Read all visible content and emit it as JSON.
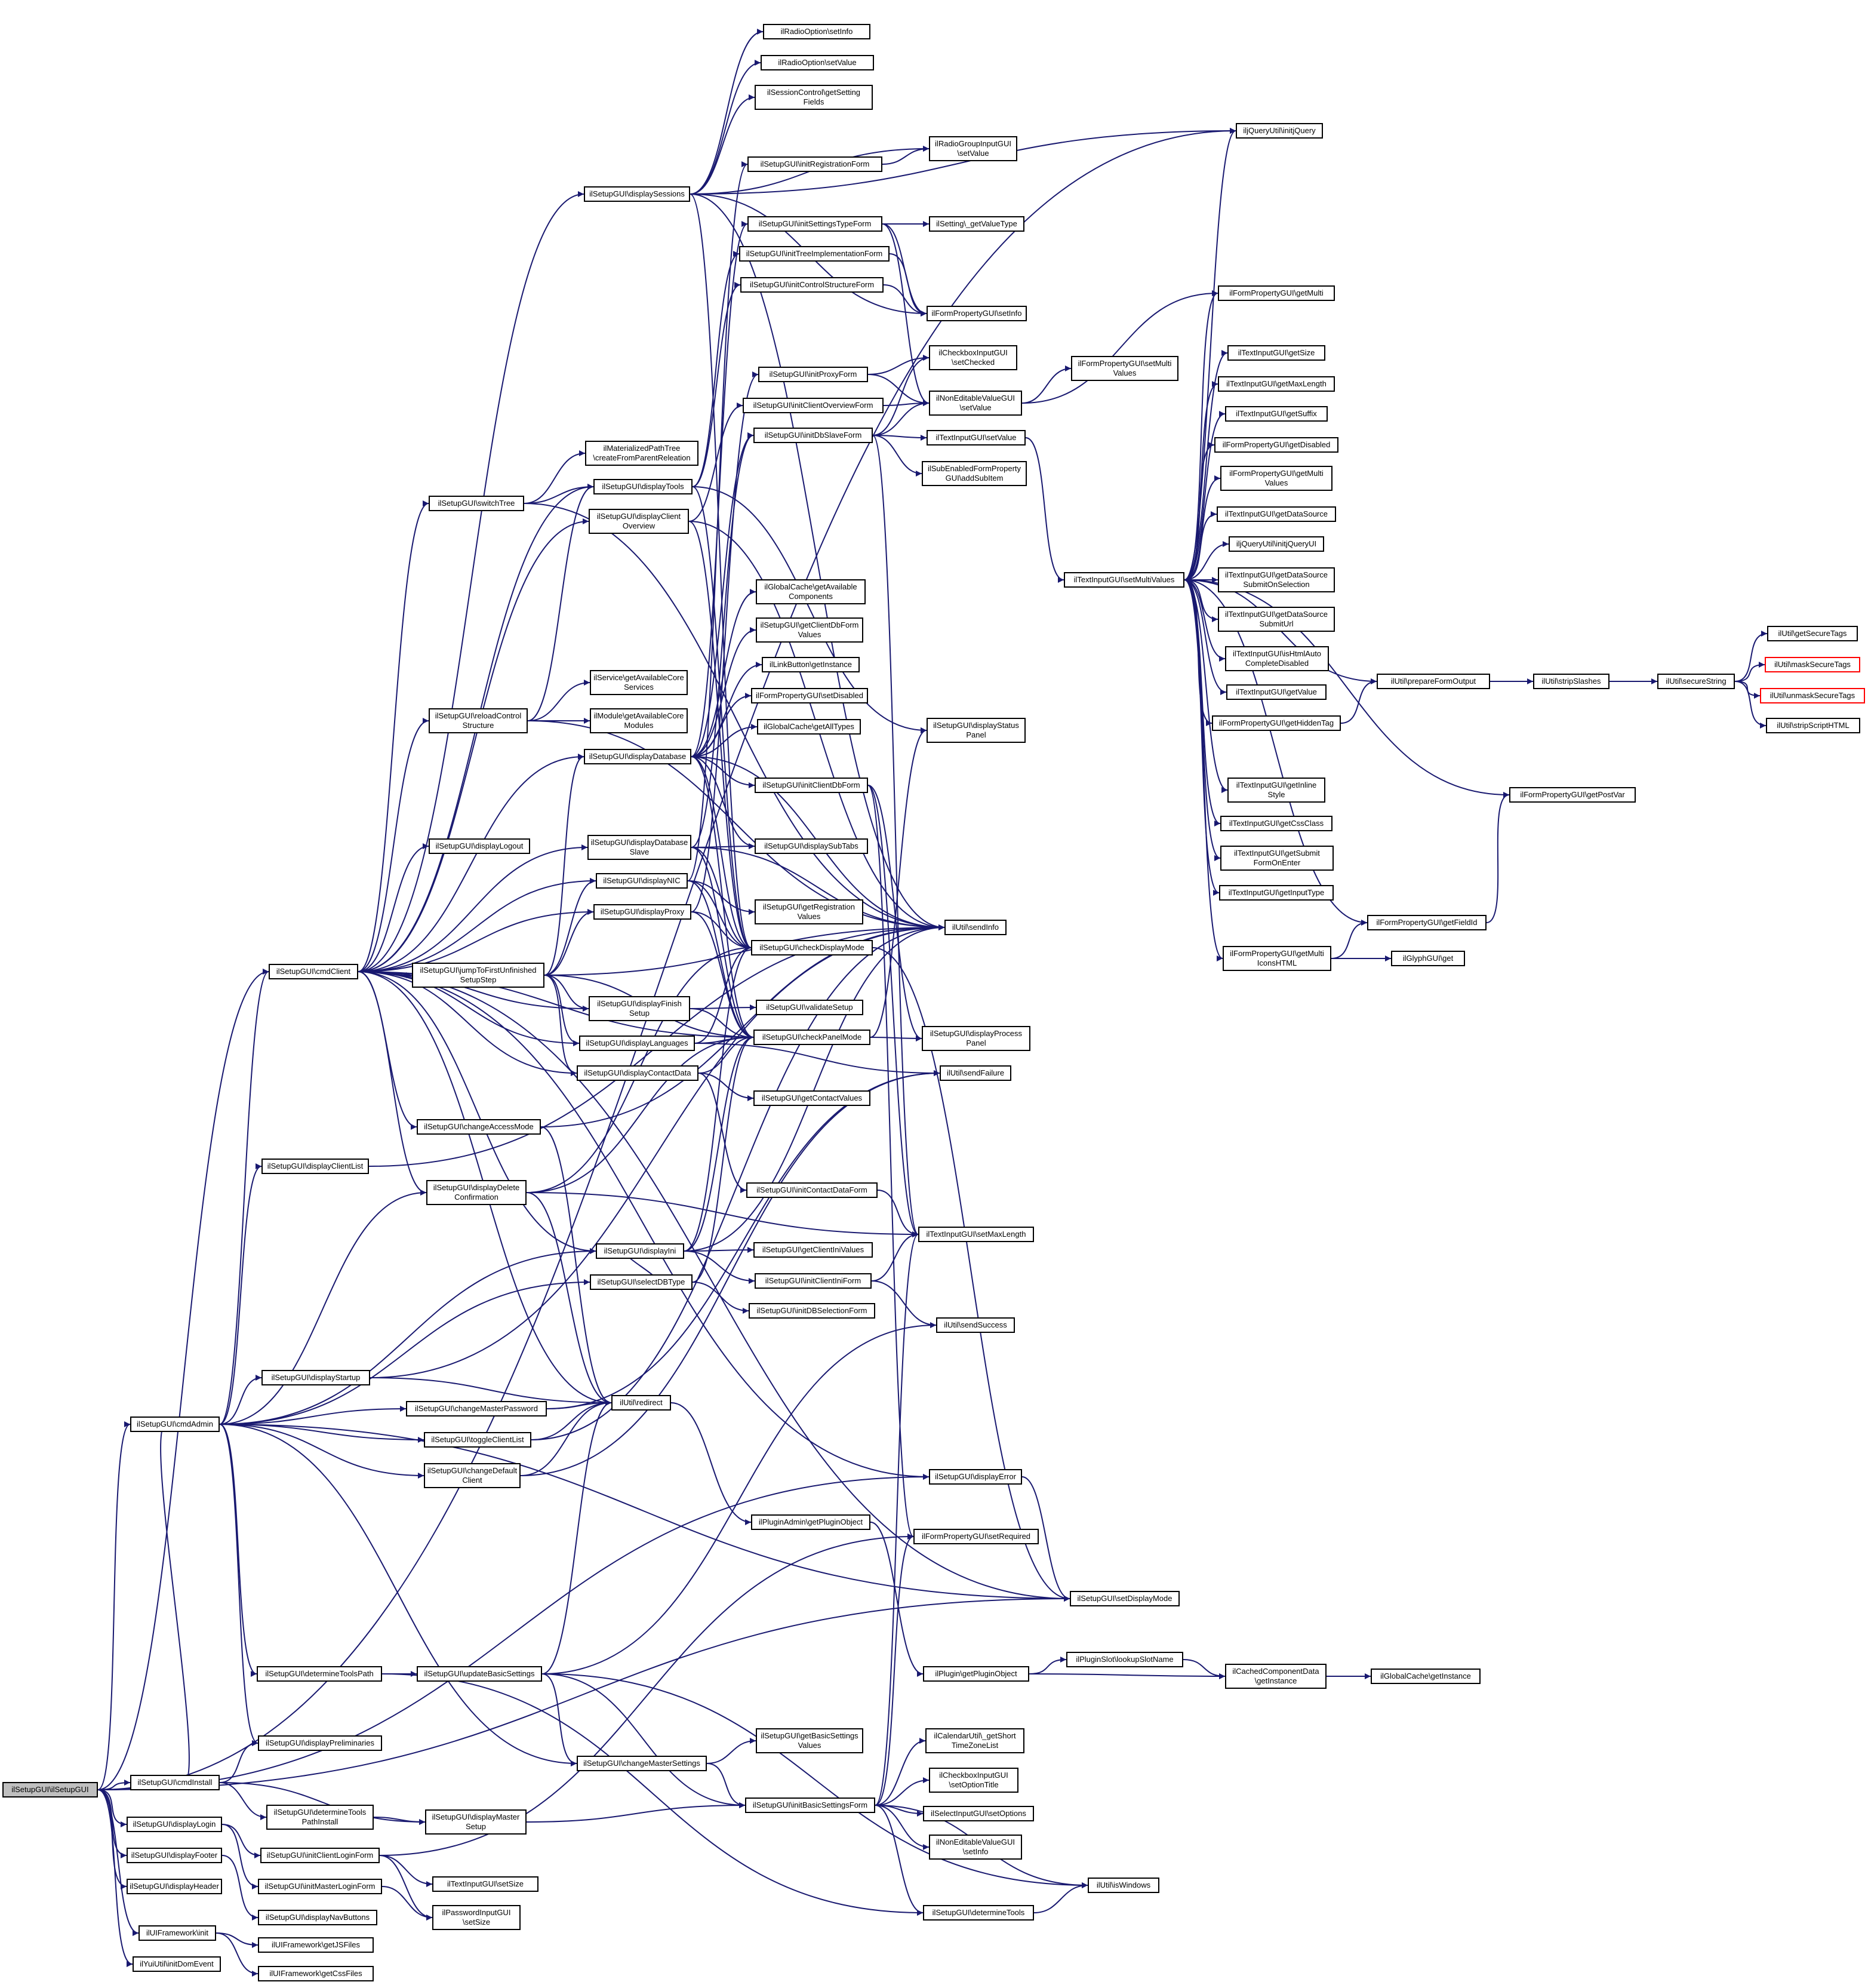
{
  "colors": {
    "edge": "#191970",
    "node_border": "#000000",
    "truncated_border": "#ff0000",
    "root_fill": "#bfbfbf"
  },
  "nodes": {
    "root": "ilSetupGUI\\ilSetupGUI",
    "cmdClient": "ilSetupGUI\\cmdClient",
    "cmdAdmin": "ilSetupGUI\\cmdAdmin",
    "cmdInstall": "ilSetupGUI\\cmdInstall",
    "displayLogin": "ilSetupGUI\\displayLogin",
    "displayFooter": "ilSetupGUI\\displayFooter",
    "displayHeader": "ilSetupGUI\\displayHeader",
    "uiInit": "ilUIFramework\\init",
    "yuiInit": "ilYuiUtil\\initDomEvent",
    "displaySessions": "ilSetupGUI\\displaySessions",
    "switchTree": "ilSetupGUI\\switchTree",
    "reloadControlStructure": "ilSetupGUI\\reloadControl\nStructure",
    "displayLogout": "ilSetupGUI\\displayLogout",
    "jumpToFirst": "ilSetupGUI\\jumpToFirstUnfinished\nSetupStep",
    "changeAccessMode": "ilSetupGUI\\changeAccessMode",
    "displayClientList": "ilSetupGUI\\displayClientList",
    "displayDeleteConfirmation": "ilSetupGUI\\displayDelete\nConfirmation",
    "displayStartup": "ilSetupGUI\\displayStartup",
    "changeMasterPassword": "ilSetupGUI\\changeMasterPassword",
    "toggleClientList": "ilSetupGUI\\toggleClientList",
    "changeDefaultClient": "ilSetupGUI\\changeDefault\nClient",
    "determineToolsPath": "ilSetupGUI\\determineToolsPath",
    "displayPreliminaries": "ilSetupGUI\\displayPreliminaries",
    "determineToolsPathInstall": "ilSetupGUI\\determineTools\nPathInstall",
    "initClientLoginForm": "ilSetupGUI\\initClientLoginForm",
    "initMasterLoginForm": "ilSetupGUI\\initMasterLoginForm",
    "displayNavButtons": "ilSetupGUI\\displayNavButtons",
    "getJSFiles": "ilUIFramework\\getJSFiles",
    "getCssFiles": "ilUIFramework\\getCssFiles",
    "materializedPathTree": "ilMaterializedPathTree\n\\createFromParentReleation",
    "displayTools": "ilSetupGUI\\displayTools",
    "displayClientOverview": "ilSetupGUI\\displayClient\nOverview",
    "serviceGetAvailable": "ilService\\getAvailableCore\nServices",
    "moduleGetAvailable": "ilModule\\getAvailableCore\nModules",
    "displayDatabase": "ilSetupGUI\\displayDatabase",
    "displayDatabaseSlave": "ilSetupGUI\\displayDatabase\nSlave",
    "displayNIC": "ilSetupGUI\\displayNIC",
    "displayProxy": "ilSetupGUI\\displayProxy",
    "displayFinishSetup": "ilSetupGUI\\displayFinish\nSetup",
    "displayLanguages": "ilSetupGUI\\displayLanguages",
    "displayContactData": "ilSetupGUI\\displayContactData",
    "displayIni": "ilSetupGUI\\displayIni",
    "selectDBType": "ilSetupGUI\\selectDBType",
    "redirect": "ilUtil\\redirect",
    "updateBasicSettings": "ilSetupGUI\\updateBasicSettings",
    "changeMasterSettings": "ilSetupGUI\\changeMasterSettings",
    "displayMasterSetup": "ilSetupGUI\\displayMaster\nSetup",
    "textSetSize": "ilTextInputGUI\\setSize",
    "passwordSetSize": "ilPasswordInputGUI\n\\setSize",
    "radioSetInfo": "ilRadioOption\\setInfo",
    "radioSetValue": "ilRadioOption\\setValue",
    "sessionControl": "ilSessionControl\\getSetting\nFields",
    "initRegistrationForm": "ilSetupGUI\\initRegistrationForm",
    "initSettingsTypeForm": "ilSetupGUI\\initSettingsTypeForm",
    "initTreeImplementationForm": "ilSetupGUI\\initTreeImplementationForm",
    "initControlStructureForm": "ilSetupGUI\\initControlStructureForm",
    "initProxyForm": "ilSetupGUI\\initProxyForm",
    "initClientOverviewForm": "ilSetupGUI\\initClientOverviewForm",
    "initDbSlaveForm": "ilSetupGUI\\initDbSlaveForm",
    "globalCacheGetAvailable": "ilGlobalCache\\getAvailable\nComponents",
    "getClientDbFormValues": "ilSetupGUI\\getClientDbForm\nValues",
    "linkButton": "ilLinkButton\\getInstance",
    "formPropSetDisabled": "ilFormPropertyGUI\\setDisabled",
    "globalCacheGetAllTypes": "ilGlobalCache\\getAllTypes",
    "initClientDbForm": "ilSetupGUI\\initClientDbForm",
    "displaySubTabs": "ilSetupGUI\\displaySubTabs",
    "getRegistrationValues": "ilSetupGUI\\getRegistration\nValues",
    "checkDisplayMode": "ilSetupGUI\\checkDisplayMode",
    "validateSetup": "ilSetupGUI\\validateSetup",
    "checkPanelMode": "ilSetupGUI\\checkPanelMode",
    "getContactValues": "ilSetupGUI\\getContactValues",
    "initContactDataForm": "ilSetupGUI\\initContactDataForm",
    "getClientIniValues": "ilSetupGUI\\getClientIniValues",
    "initClientIniForm": "ilSetupGUI\\initClientIniForm",
    "initDBSelectionForm": "ilSetupGUI\\initDBSelectionForm",
    "pluginAdmin": "ilPluginAdmin\\getPluginObject",
    "getBasicSettingsValues": "ilSetupGUI\\getBasicSettings\nValues",
    "initBasicSettingsForm": "ilSetupGUI\\initBasicSettingsForm",
    "radioGroupSetValue": "ilRadioGroupInputGUI\n\\setValue",
    "settingValueType": "ilSetting\\_getValueType",
    "formPropSetInfo": "ilFormPropertyGUI\\setInfo",
    "checkboxSetChecked": "ilCheckboxInputGUI\n\\setChecked",
    "nonEditableSetValue": "ilNonEditableValueGUI\n\\setValue",
    "textSetValue": "ilTextInputGUI\\setValue",
    "subEnabledAddSubItem": "ilSubEnabledFormProperty\nGUI\\addSubItem",
    "displayStatusPanel": "ilSetupGUI\\displayStatus\nPanel",
    "sendInfo": "ilUtil\\sendInfo",
    "displayProcessPanel": "ilSetupGUI\\displayProcess\nPanel",
    "sendFailure": "ilUtil\\sendFailure",
    "textSetMaxLength": "ilTextInputGUI\\setMaxLength",
    "sendSuccess": "ilUtil\\sendSuccess",
    "displayError": "ilSetupGUI\\displayError",
    "formPropSetRequired": "ilFormPropertyGUI\\setRequired",
    "pluginGetPluginObject": "ilPlugin\\getPluginObject",
    "calendarUtil": "ilCalendarUtil\\_getShort\nTimeZoneList",
    "checkboxSetOptionTitle": "ilCheckboxInputGUI\n\\setOptionTitle",
    "selectSetOptions": "ilSelectInputGUI\\setOptions",
    "nonEditableSetInfo": "ilNonEditableValueGUI\n\\setInfo",
    "determineTools": "ilSetupGUI\\determineTools",
    "jQuery": "iljQueryUtil\\initjQuery",
    "formPropSetMultiValues": "ilFormPropertyGUI\\setMulti\nValues",
    "setMultiValues": "ilTextInputGUI\\setMultiValues",
    "setDisplayMode": "ilSetupGUI\\setDisplayMode",
    "pluginSlot": "ilPluginSlot\\lookupSlotName",
    "cachedComponent": "ilCachedComponentData\n\\getInstance",
    "globalCacheGetInstance": "ilGlobalCache\\getInstance",
    "isWindows": "ilUtil\\isWindows",
    "getMulti": "ilFormPropertyGUI\\getMulti",
    "getSize": "ilTextInputGUI\\getSize",
    "getMaxLength": "ilTextInputGUI\\getMaxLength",
    "getSuffix": "ilTextInputGUI\\getSuffix",
    "getDisabled": "ilFormPropertyGUI\\getDisabled",
    "getMultiValues": "ilFormPropertyGUI\\getMulti\nValues",
    "getDataSource": "ilTextInputGUI\\getDataSource",
    "jQueryUI": "iljQueryUtil\\initjQueryUI",
    "dataSourceSubmitOnSelection": "ilTextInputGUI\\getDataSource\nSubmitOnSelection",
    "dataSourceSubmitUrl": "ilTextInputGUI\\getDataSource\nSubmitUrl",
    "isHtmlAutoComplete": "ilTextInputGUI\\isHtmlAuto\nCompleteDisabled",
    "getValue": "ilTextInputGUI\\getValue",
    "getHiddenTag": "ilFormPropertyGUI\\getHiddenTag",
    "getInlineStyle": "ilTextInputGUI\\getInline\nStyle",
    "getCssClass": "ilTextInputGUI\\getCssClass",
    "getSubmitFormOnEnter": "ilTextInputGUI\\getSubmit\nFormOnEnter",
    "getInputType": "ilTextInputGUI\\getInputType",
    "getMultiIconsHTML": "ilFormPropertyGUI\\getMulti\nIconsHTML",
    "prepareFormOutput": "ilUtil\\prepareFormOutput",
    "stripSlashes": "ilUtil\\stripSlashes",
    "secureString": "ilUtil\\secureString",
    "getPostVar": "ilFormPropertyGUI\\getPostVar",
    "getFieldId": "ilFormPropertyGUI\\getFieldId",
    "glyphGet": "ilGlyphGUI\\get",
    "getSecureTags": "ilUtil\\getSecureTags",
    "maskSecureTags": "ilUtil\\maskSecureTags",
    "unmaskSecureTags": "ilUtil\\unmaskSecureTags",
    "stripScriptHTML": "ilUtil\\stripScriptHTML"
  }
}
